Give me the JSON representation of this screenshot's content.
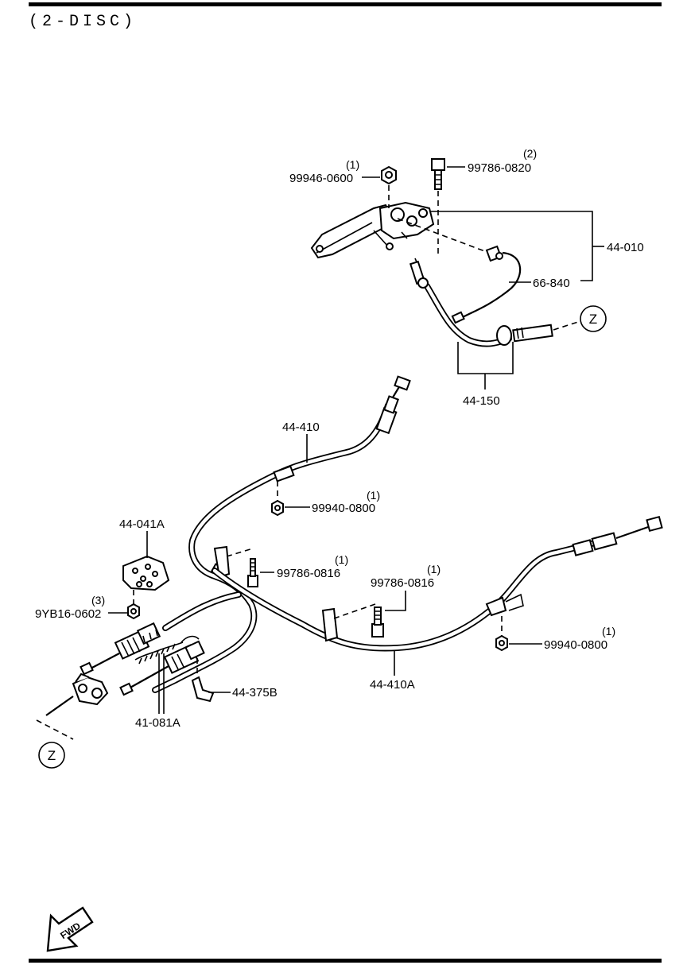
{
  "heading": "(2-DISC)",
  "callouts": {
    "nut_top": {
      "part": "99946-0600",
      "qty": "(1)"
    },
    "bolt_top": {
      "part": "99786-0820",
      "qty": "(2)"
    },
    "lever_assy": {
      "part": "44-010"
    },
    "switch": {
      "part": "66-840"
    },
    "front_cable": {
      "part": "44-150"
    },
    "rear_cable_lh": {
      "part": "44-410"
    },
    "nut_mid": {
      "part": "99940-0800",
      "qty": "(1)"
    },
    "equalizer": {
      "part": "44-041A"
    },
    "bolt_left": {
      "part": "99786-0816",
      "qty": "(1)"
    },
    "bolt_right": {
      "part": "99786-0816",
      "qty": "(1)"
    },
    "nut_equalizer": {
      "part": "9YB16-0602",
      "qty": "(3)"
    },
    "nut_right": {
      "part": "99940-0800",
      "qty": "(1)"
    },
    "bracket": {
      "part": "44-375B"
    },
    "rear_cable_rh": {
      "part": "44-410A"
    },
    "spring": {
      "part": "41-081A"
    }
  },
  "reference_markers": [
    "Z",
    "Z"
  ],
  "fwd_arrow": "FWD"
}
